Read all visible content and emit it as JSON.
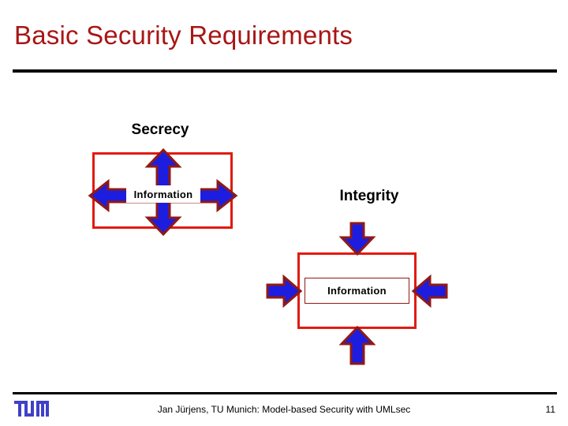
{
  "slide": {
    "title": "Basic Security Requirements",
    "title_color": "#a81616",
    "background_color": "#ffffff"
  },
  "diagrams": [
    {
      "id": "secrecy",
      "label": "Secrecy",
      "center_label": "Information",
      "arrow_direction": "outward",
      "arrow_color": "#1d1de0",
      "arrow_outline_color": "#8f1a14",
      "box_border_color": "#e01b10",
      "arrows": [
        {
          "name": "arrow-up",
          "points": "out"
        },
        {
          "name": "arrow-down",
          "points": "out"
        },
        {
          "name": "arrow-left",
          "points": "out"
        },
        {
          "name": "arrow-right",
          "points": "out"
        }
      ]
    },
    {
      "id": "integrity",
      "label": "Integrity",
      "center_label": "Information",
      "arrow_direction": "inward",
      "arrow_color": "#1d1de0",
      "arrow_outline_color": "#8f1a14",
      "box_border_color": "#e01b10",
      "arrows": [
        {
          "name": "arrow-down",
          "points": "in"
        },
        {
          "name": "arrow-up",
          "points": "in"
        },
        {
          "name": "arrow-right",
          "points": "in"
        },
        {
          "name": "arrow-left",
          "points": "in"
        }
      ]
    }
  ],
  "footer": {
    "logo_text": "TUM",
    "logo_color": "#4040c8",
    "credit": "Jan Jürjens, TU Munich: Model-based Security with UMLsec",
    "page_number": "11"
  }
}
